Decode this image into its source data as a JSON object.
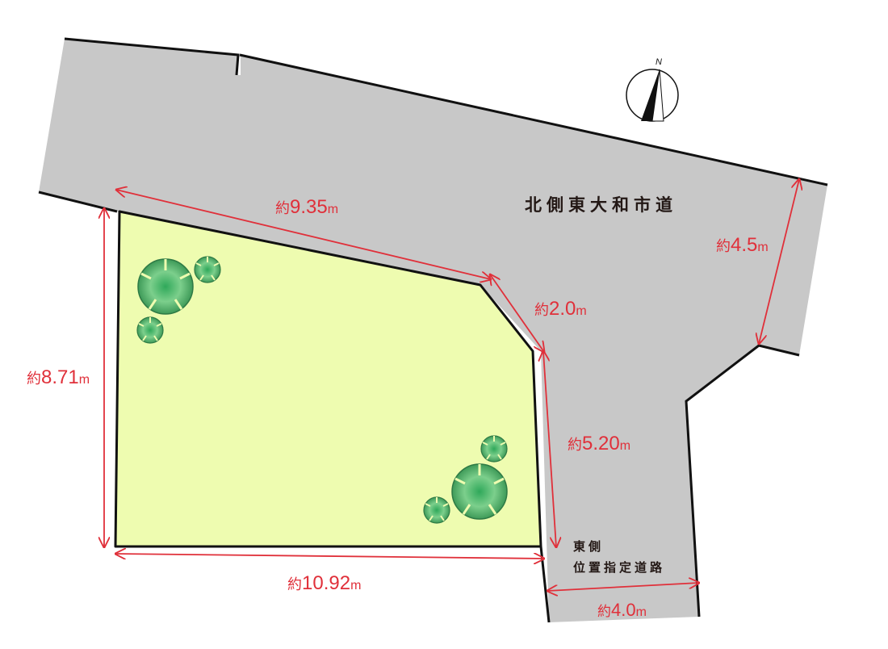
{
  "roads": {
    "north": {
      "label": "北側東大和市道"
    },
    "east": {
      "label_line1": "東側",
      "label_line2": "位置指定道路"
    }
  },
  "compass": {
    "label": "N"
  },
  "dimensions": {
    "top": {
      "prefix": "約",
      "value": "9.35",
      "unit": "m"
    },
    "corner": {
      "prefix": "約",
      "value": "2.0",
      "unit": "m"
    },
    "north_road_width": {
      "prefix": "約",
      "value": "4.5",
      "unit": "m"
    },
    "left": {
      "prefix": "約",
      "value": "8.71",
      "unit": "m"
    },
    "right": {
      "prefix": "約",
      "value": "5.20",
      "unit": "m"
    },
    "bottom": {
      "prefix": "約",
      "value": "10.92",
      "unit": "m"
    },
    "east_road_width": {
      "prefix": "約",
      "value": "4.0",
      "unit": "m"
    }
  },
  "colors": {
    "road": "#c8c8c8",
    "lot": "#eefcb0",
    "dimension": "#e0303a",
    "outline": "#111111",
    "tree_dark": "#3e9a58",
    "tree_light": "#8fd49e"
  }
}
